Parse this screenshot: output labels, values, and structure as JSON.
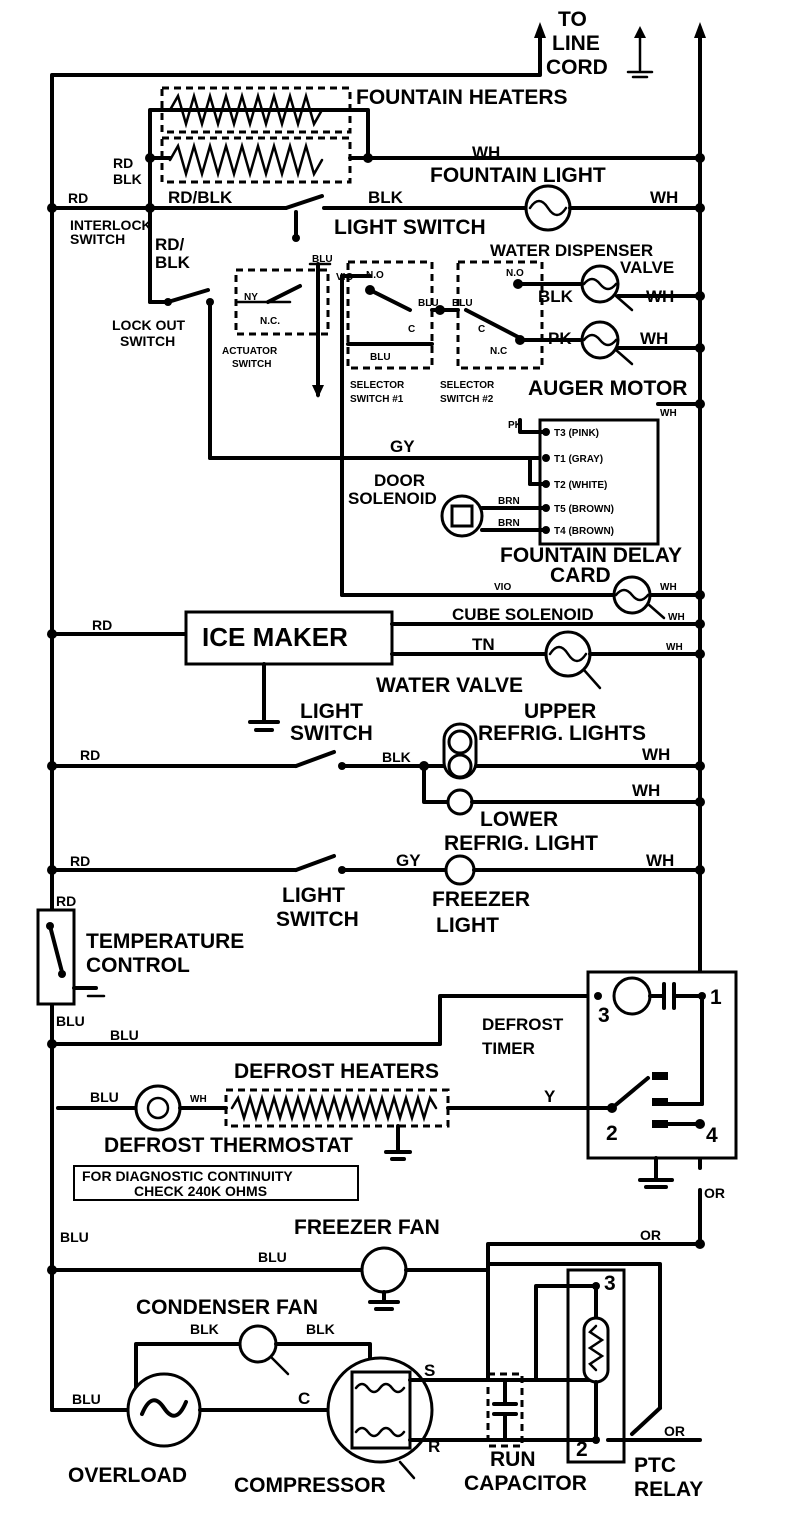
{
  "labels": {
    "to_line_cord": [
      "TO",
      "LINE",
      "CORD"
    ],
    "fountain_heaters": "FOUNTAIN HEATERS",
    "fountain_light": "FOUNTAIN LIGHT",
    "light_switch_top": "LIGHT SWITCH",
    "interlock_switch": [
      "INTERLOCK",
      "SWITCH"
    ],
    "water_dispenser_valve": [
      "WATER DISPENSER",
      "VALVE"
    ],
    "lock_out_switch": [
      "LOCK OUT",
      "SWITCH"
    ],
    "actuator_switch": [
      "ACTUATOR",
      "SWITCH"
    ],
    "selector_switch_1": [
      "SELECTOR",
      "SWITCH #1"
    ],
    "selector_switch_2": [
      "SELECTOR",
      "SWITCH #2"
    ],
    "auger_motor": "AUGER MOTOR",
    "door_solenoid": [
      "DOOR",
      "SOLENOID"
    ],
    "fountain_delay_card": [
      "FOUNTAIN DELAY",
      "CARD"
    ],
    "card_terminals": [
      "T3 (PINK)",
      "T1 (GRAY)",
      "T2 (WHITE)",
      "T5 (BROWN)",
      "T4 (BROWN)"
    ],
    "cube_solenoid": "CUBE SOLENOID",
    "ice_maker": "ICE MAKER",
    "water_valve": "WATER VALVE",
    "light_switch_refrig": [
      "LIGHT",
      "SWITCH"
    ],
    "upper_refrig_lights": [
      "UPPER",
      "REFRIG. LIGHTS"
    ],
    "lower_refrig_light": [
      "LOWER",
      "REFRIG. LIGHT"
    ],
    "light_switch_freezer": [
      "LIGHT",
      "SWITCH"
    ],
    "freezer_light": [
      "FREEZER",
      "LIGHT"
    ],
    "temperature_control": [
      "TEMPERATURE",
      "CONTROL"
    ],
    "defrost_timer": [
      "DEFROST",
      "TIMER"
    ],
    "defrost_heaters": "DEFROST HEATERS",
    "defrost_thermostat": "DEFROST THERMOSTAT",
    "diagnostic_note": [
      "FOR DIAGNOSTIC CONTINUITY",
      "CHECK 240K OHMS"
    ],
    "freezer_fan": "FREEZER FAN",
    "condenser_fan": "CONDENSER FAN",
    "overload": "OVERLOAD",
    "compressor": "COMPRESSOR",
    "run_capacitor": [
      "RUN",
      "CAPACITOR"
    ],
    "ptc_relay": [
      "PTC",
      "RELAY"
    ],
    "switch_contacts": {
      "no": "N.O",
      "nc": "N.C",
      "c": "C",
      "ny": "NY",
      "nc2": "N.C."
    },
    "timer_terminals": [
      "1",
      "2",
      "3",
      "4"
    ],
    "relay_terminals": [
      "3",
      "2"
    ],
    "compressor_terminals": [
      "S",
      "C",
      "R"
    ]
  },
  "wire_colors": {
    "rd": "RD",
    "rd_blk": "RD/BLK",
    "rd_blk_stack": [
      "RD/",
      "BLK"
    ],
    "rd_short": [
      "RD",
      "BLK"
    ],
    "blk": "BLK",
    "wh": "WH",
    "blu": "BLU",
    "gy": "GY",
    "pk": "PK",
    "brn": "BRN",
    "vio": "VIO",
    "tn": "TN",
    "y": "Y",
    "or": "OR"
  }
}
